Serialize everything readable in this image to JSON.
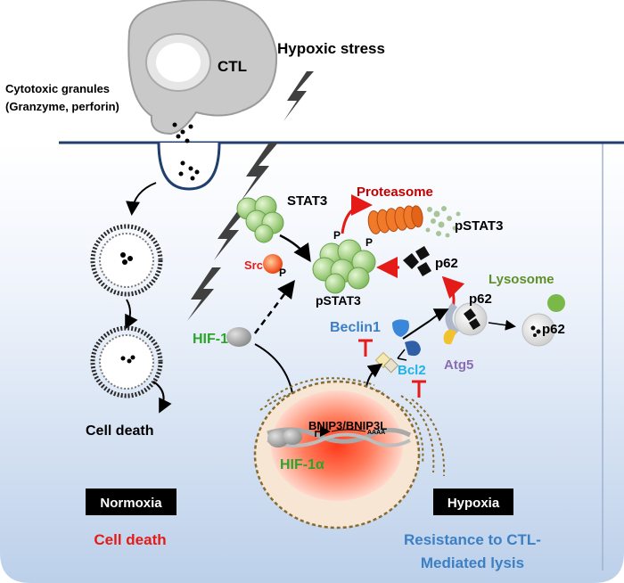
{
  "labels": {
    "ctl": "CTL",
    "hypoxic_stress": "Hypoxic stress",
    "granules_line1": "Cytotoxic granules",
    "granules_line2": "(Granzyme, perforin)",
    "cell_death": "Cell death",
    "stat3": "STAT3",
    "proteasome": "Proteasome",
    "pstat3_degraded": "pSTAT3",
    "p_left": "P",
    "p_right": "P",
    "p_src": "P",
    "src": "Src",
    "pstat3": "pSTAT3",
    "p62_a": "p62",
    "lysosome": "Lysosome",
    "p62_b": "p62",
    "p62_c": "p62",
    "beclin1": "Beclin1",
    "hif1a_cyto": "HIF-1α",
    "bcl2": "Bcl2",
    "atg5": "Atg5",
    "bnip3": "BNIP3/BNIP3L",
    "aaaa": "AAAA",
    "hif1a_nuc": "HIF-1α",
    "normoxia": "Normoxia",
    "normoxia_outcome": "Cell death",
    "hypoxia": "Hypoxia",
    "hypoxia_outcome_line1": "Resistance to CTL-",
    "hypoxia_outcome_line2": "Mediated lysis"
  },
  "colors": {
    "membrane": "#1f3f6e",
    "red_text": "#e41b17",
    "dark_red_text": "#c00000",
    "green_text": "#2aa52a",
    "blue_text": "#3c7fc4",
    "lysosome_green": "#5f8f2a",
    "bcl2_cyan": "#1fb3e8",
    "atg5_purple": "#8a6cb0",
    "inhibit_red": "#e41b17",
    "box_black": "#000000"
  }
}
